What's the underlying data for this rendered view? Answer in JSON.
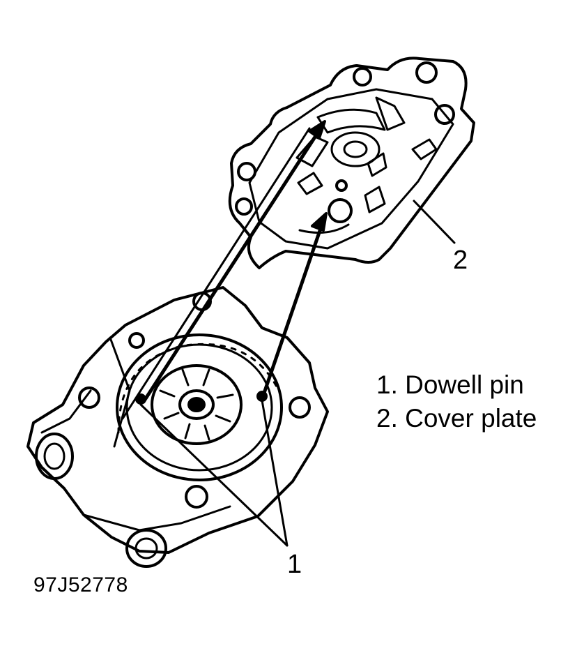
{
  "legend": {
    "items": [
      {
        "label": "1. Dowell pin"
      },
      {
        "label": "2. Cover plate"
      }
    ]
  },
  "callouts": {
    "dowel_pin": "1",
    "cover_plate": "2"
  },
  "figure_id": "97J52778",
  "colors": {
    "ink": "#000000",
    "paper": "#ffffff"
  }
}
